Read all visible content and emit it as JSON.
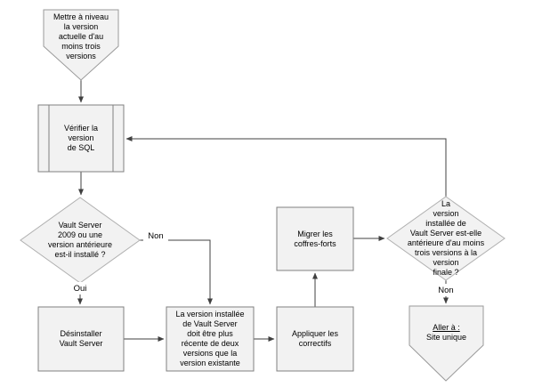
{
  "diagram": {
    "nodes": {
      "start": {
        "type": "off-page-connector",
        "text": "Mettre à niveau\nla version\nactuelle d'au\nmoins trois\nversions"
      },
      "check_sql": {
        "type": "predefined-process",
        "text": "Vérifier la\nversion\nde SQL"
      },
      "decision_vault_2009": {
        "type": "decision",
        "text": "Vault Server\n2009 ou une\nversion antérieure\nest-il installé ?"
      },
      "uninstall_vault": {
        "type": "process",
        "text": "Désinstaller\nVault Server"
      },
      "version_rule": {
        "type": "process",
        "text": "La version installée\nde Vault Server\ndoit être plus\nrécente de deux\nversions que la\nversion existante"
      },
      "apply_patches": {
        "type": "process",
        "text": "Appliquer les\ncorrectifs"
      },
      "migrate_vaults": {
        "type": "process",
        "text": "Migrer les\ncoffres-forts"
      },
      "decision_three_versions": {
        "type": "decision",
        "text": "La\nversion\ninstallée de\nVault Server est-elle\nantérieure d'au moins\ntrois versions à la\nversion\nfinale ?"
      },
      "goto_single_site": {
        "type": "off-page-connector",
        "text_line1": "Aller à :",
        "text_line2": "Site unique"
      }
    },
    "edge_labels": {
      "oui": "Oui",
      "non_decision1": "Non",
      "non_decision2": "Non"
    },
    "colors": {
      "background": "#ffffff",
      "shape_fill": "#f2f2f2",
      "process_border": "#808080",
      "decision_border": "#b0b0b0",
      "connector": "#404040",
      "text": "#000000"
    }
  }
}
